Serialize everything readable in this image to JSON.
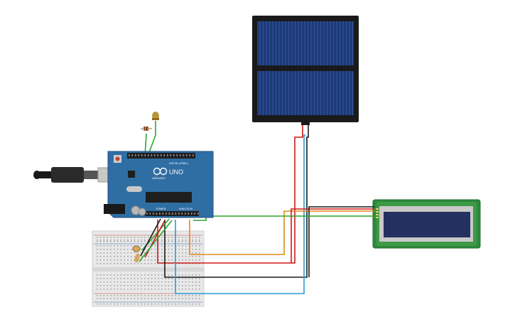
{
  "board": {
    "brand": "ARDUINO",
    "model": "UNO",
    "header_digital": "DIGITAL (PWM~)",
    "header_power": "POWER",
    "header_analog": "ANALOG IN",
    "color": "#2f6ea3"
  },
  "colors": {
    "wire_red": "#d01818",
    "wire_black": "#1a1a1a",
    "wire_green": "#2ea62e",
    "wire_blue": "#2a9ad6",
    "wire_orange": "#e08a1e",
    "lcd_pcb": "#2f8a3c",
    "lcd_screen": "#233060",
    "panel_cell": "#1d3a78",
    "breadboard": "#e8e8e8"
  },
  "components": {
    "solar_panel": "solar-panel",
    "lcd": "lcd-16x2",
    "breadboard": "breadboard",
    "led": "led",
    "resistor": "resistor",
    "photoresistor": "photoresistor",
    "usb_cable": "usb-cable"
  }
}
